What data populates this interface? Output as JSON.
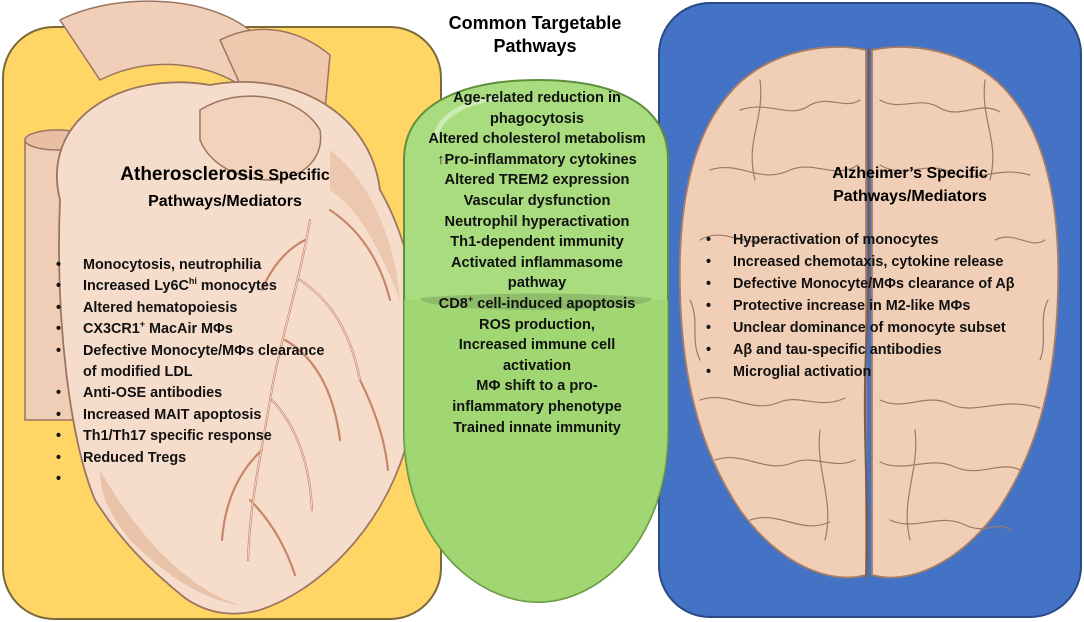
{
  "colors": {
    "heart_panel": "#FFD566",
    "brain_panel": "#4472C4",
    "pill": "#A9DC7E",
    "heart_tissue": "#F6DDCB",
    "brain_tissue": "#F1CFB6"
  },
  "center": {
    "title_line1": "Common Targetable",
    "title_line2": "Pathways",
    "items": [
      "Age-related reduction in",
      "phagocytosis",
      "Altered cholesterol metabolism",
      "↑Pro-inflammatory cytokines",
      "Altered TREM2 expression",
      "Vascular dysfunction",
      "Neutrophil hyperactivation",
      "Th1-dependent immunity",
      "Activated inflammasome",
      "pathway",
      "cell-induced apoptosis",
      "ROS production,",
      "Increased immune cell",
      "activation",
      "MΦ shift to a pro-",
      "inflammatory phenotype",
      "Trained innate immunity"
    ],
    "cd8_prefix": "CD8",
    "cd8_sup": "+"
  },
  "heart": {
    "title_big": "Atherosclerosis",
    "title_small": "Specific",
    "title_line2": "Pathways/Mediators",
    "items": {
      "i1": "Monocytosis, neutrophilia",
      "i2_a": "Increased Ly6C",
      "i2_sup": "hi",
      "i2_b": " monocytes",
      "i3": "Altered hematopoiesis",
      "i4_a": "CX3CR1",
      "i4_sup": "+",
      "i4_b": " MacAir MΦs",
      "i5_l1": "Defective Monocyte/MΦs clearance",
      "i5_l2": "of modified LDL",
      "i6": " Anti-OSE antibodies",
      "i7": "Increased MAIT apoptosis",
      "i8": "Th1/Th17 specific response",
      "i9": "Reduced Tregs",
      "i10": ""
    }
  },
  "brain": {
    "title_line1": "Alzheimer’s Specific",
    "title_line2": "Pathways/Mediators",
    "items": [
      "Hyperactivation of monocytes",
      "Increased chemotaxis, cytokine release",
      "Defective Monocyte/MΦs clearance of Aβ",
      "Protective increase in M2-like MΦs",
      "Unclear dominance of monocyte subset",
      "Aβ and tau-specific antibodies",
      "Microglial activation"
    ]
  }
}
